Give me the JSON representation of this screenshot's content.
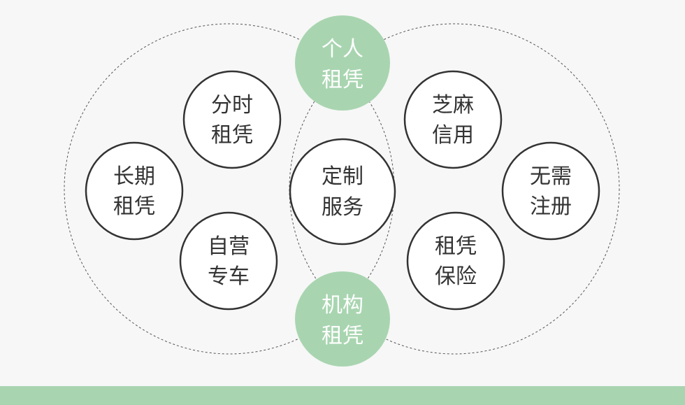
{
  "colors": {
    "background": "#f7f7f7",
    "accent_green": "#a8d5b0",
    "circle_stroke": "#333333",
    "text_dark": "#333333",
    "text_light": "#ffffff",
    "dashed": "#555555"
  },
  "hubs": {
    "top": {
      "line1": "个人",
      "line2": "租凭"
    },
    "bottom": {
      "line1": "机构",
      "line2": "租凭"
    }
  },
  "center": {
    "line1": "定制",
    "line2": "服务"
  },
  "left_nodes": [
    {
      "line1": "分时",
      "line2": "租凭"
    },
    {
      "line1": "长期",
      "line2": "租凭"
    },
    {
      "line1": "自营",
      "line2": "专车"
    }
  ],
  "right_nodes": [
    {
      "line1": "芝麻",
      "line2": "信用"
    },
    {
      "line1": "无需",
      "line2": "注册"
    },
    {
      "line1": "租凭",
      "line2": "保险"
    }
  ]
}
